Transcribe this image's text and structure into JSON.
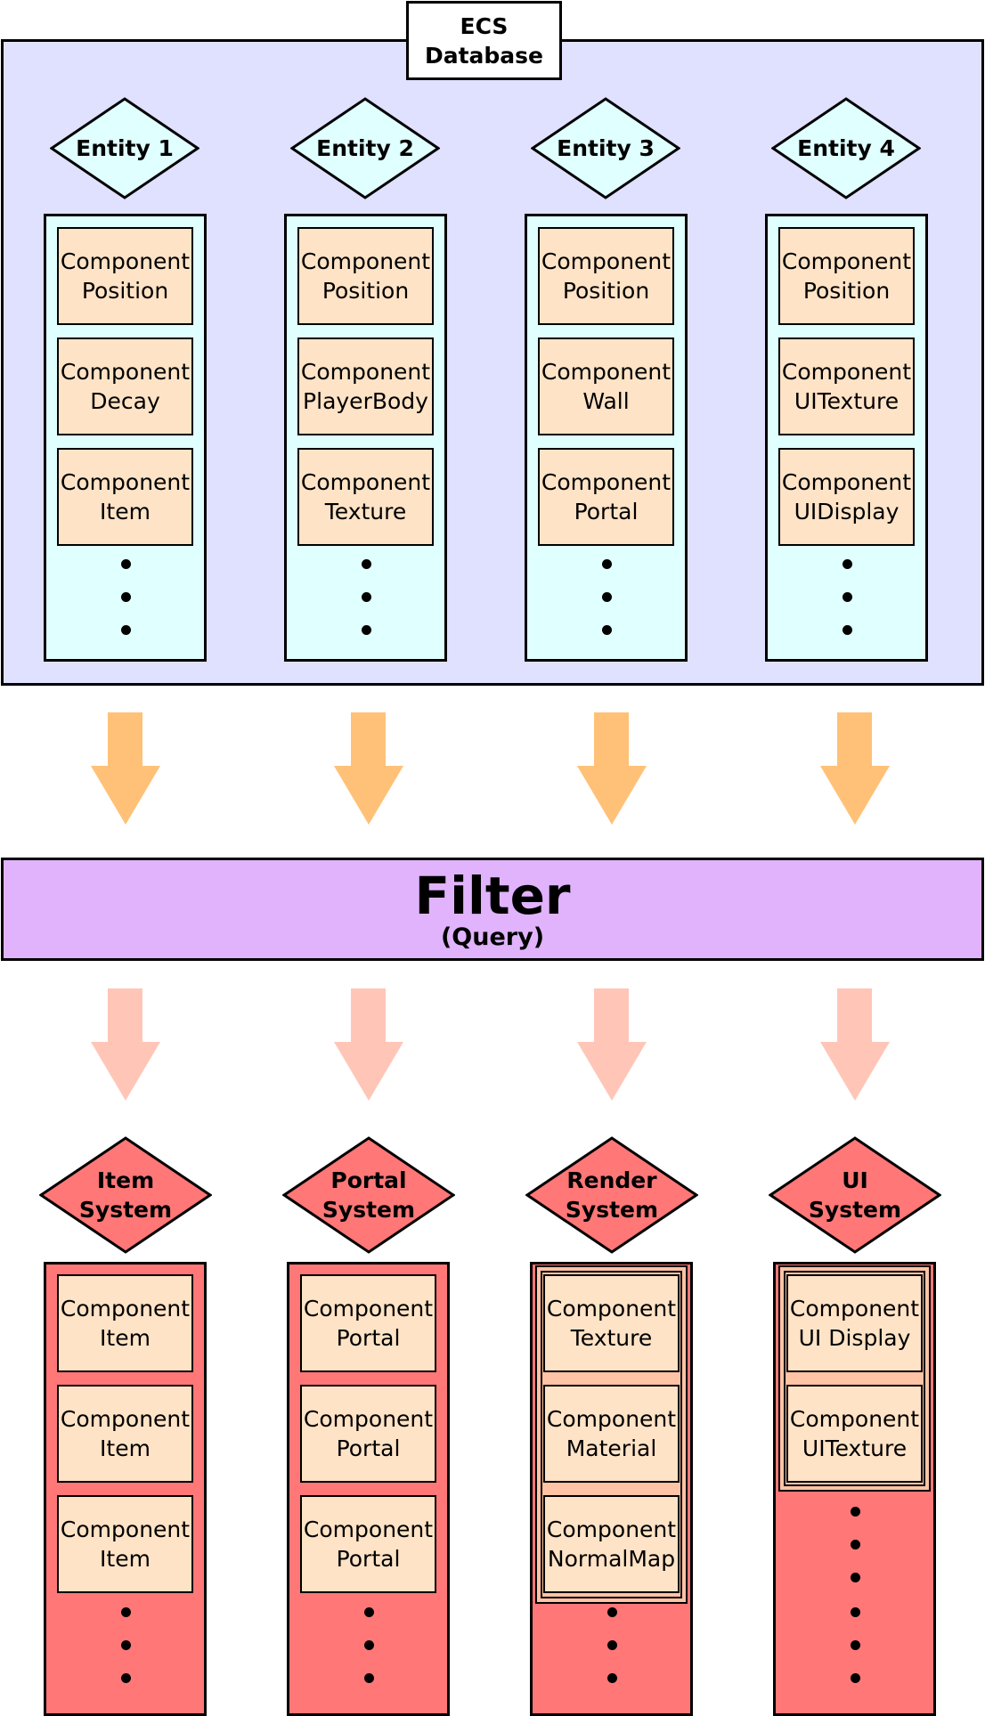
{
  "database": {
    "line1": "ECS",
    "line2": "Database"
  },
  "entities": [
    {
      "label": "Entity 1",
      "components": [
        {
          "line1": "Component",
          "line2": "Position"
        },
        {
          "line1": "Component",
          "line2": "Decay"
        },
        {
          "line1": "Component",
          "line2": "Item"
        }
      ]
    },
    {
      "label": "Entity 2",
      "components": [
        {
          "line1": "Component",
          "line2": "Position"
        },
        {
          "line1": "Component",
          "line2": "PlayerBody"
        },
        {
          "line1": "Component",
          "line2": "Texture"
        }
      ]
    },
    {
      "label": "Entity 3",
      "components": [
        {
          "line1": "Component",
          "line2": "Position"
        },
        {
          "line1": "Component",
          "line2": "Wall"
        },
        {
          "line1": "Component",
          "line2": "Portal"
        }
      ]
    },
    {
      "label": "Entity 4",
      "components": [
        {
          "line1": "Component",
          "line2": "Position"
        },
        {
          "line1": "Component",
          "line2": "UITexture"
        },
        {
          "line1": "Component",
          "line2": "UIDisplay"
        }
      ]
    }
  ],
  "filter": {
    "title": "Filter",
    "subtitle": "(Query)"
  },
  "systems": [
    {
      "line1": "Item",
      "line2": "System",
      "components": [
        {
          "line1": "Component",
          "line2": "Item"
        },
        {
          "line1": "Component",
          "line2": "Item"
        },
        {
          "line1": "Component",
          "line2": "Item"
        }
      ]
    },
    {
      "line1": "Portal",
      "line2": "System",
      "components": [
        {
          "line1": "Component",
          "line2": "Portal"
        },
        {
          "line1": "Component",
          "line2": "Portal"
        },
        {
          "line1": "Component",
          "line2": "Portal"
        }
      ]
    },
    {
      "line1": "Render",
      "line2": "System",
      "components": [
        {
          "line1": "Component",
          "line2": "Texture"
        },
        {
          "line1": "Component",
          "line2": "Material"
        },
        {
          "line1": "Component",
          "line2": "NormalMap"
        }
      ]
    },
    {
      "line1": "UI",
      "line2": "System",
      "components": [
        {
          "line1": "Component",
          "line2": "UI Display"
        },
        {
          "line1": "Component",
          "line2": "UITexture"
        }
      ]
    }
  ],
  "colors": {
    "database_bg": "#e0e0ff",
    "entity_fill": "#e0ffff",
    "component_fill": "#ffe3c6",
    "arrow_top": "#ffc177",
    "arrow_bottom": "#ffc6b8",
    "filter_fill": "#e0b3fc",
    "system_fill": "#ff7777",
    "group_fill": "#ffc3a6"
  }
}
